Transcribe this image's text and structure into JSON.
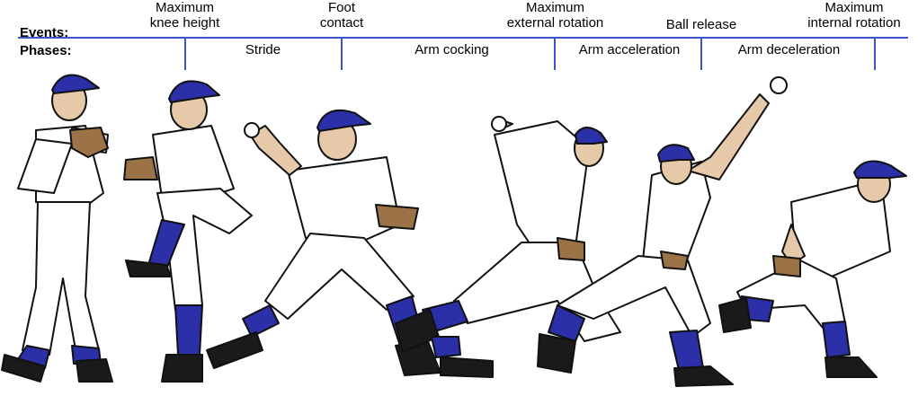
{
  "row_labels": {
    "events": "Events:",
    "phases": "Phases:"
  },
  "events": [
    {
      "line1": "Maximum",
      "line2": "knee height"
    },
    {
      "line1": "Foot",
      "line2": "contact"
    },
    {
      "line1": "Maximum",
      "line2": "external rotation"
    },
    {
      "line1": "Ball release",
      "line2": ""
    },
    {
      "line1": "Maximum",
      "line2": "internal rotation"
    }
  ],
  "phases": [
    "Stride",
    "Arm cocking",
    "Arm acceleration",
    "Arm deceleration"
  ],
  "colors": {
    "timeline": "#3a57c4",
    "uniform": "#ffffff",
    "outline": "#111111",
    "sock_cap": "#2b2fa8",
    "glove": "#9c7247",
    "skin": "#e6c9a8",
    "shoe": "#1a1a1a"
  }
}
